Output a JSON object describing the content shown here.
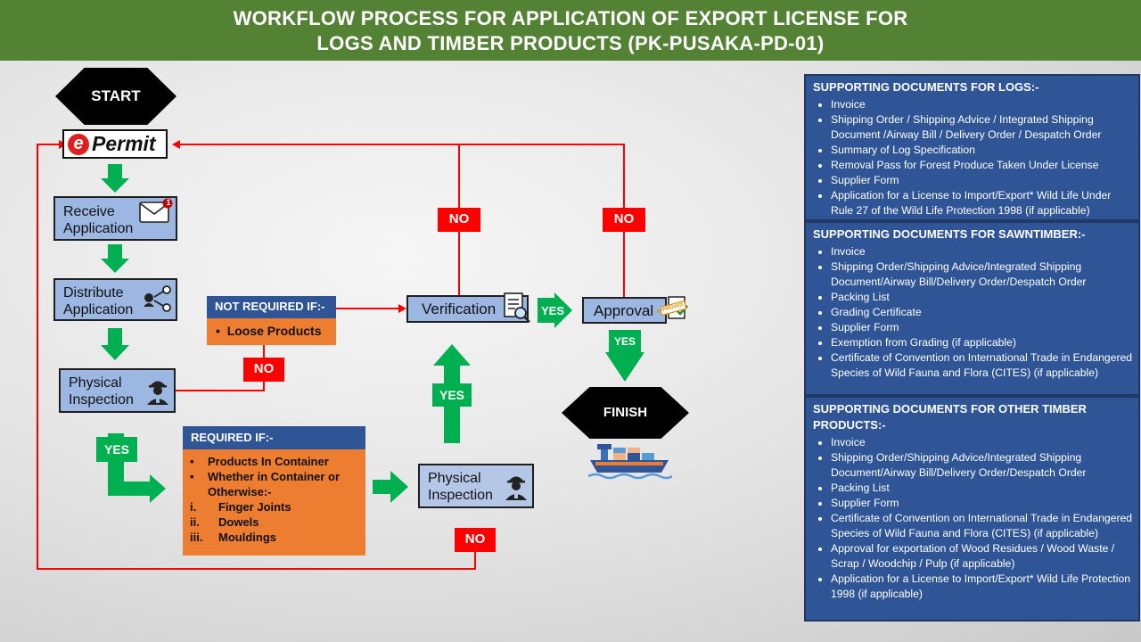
{
  "header": {
    "title_line1": "WORKFLOW PROCESS FOR APPLICATION OF EXPORT LICENSE FOR",
    "title_line2": "LOGS AND TIMBER PRODUCTS (PK-PUSAKA-PD-01)"
  },
  "flow": {
    "start": "START",
    "epermit_e": "e",
    "epermit_text": "Permit",
    "receive_line1": "Receive",
    "receive_line2": "Application",
    "receive_badge": "1",
    "distribute_line1": "Distribute",
    "distribute_line2": "Application",
    "inspection1_line1": "Physical",
    "inspection1_line2": "Inspection",
    "inspection2_line1": "Physical",
    "inspection2_line2": "Inspection",
    "verification": "Verification",
    "approval": "Approval",
    "approved_stamp": "APPROVED",
    "finish": "FINISH",
    "no": "NO",
    "yes": "YES"
  },
  "not_required": {
    "title": "NOT REQUIRED IF:-",
    "item": "Loose Products"
  },
  "required": {
    "title": "REQUIRED IF:-",
    "bullets": [
      "Products In Container",
      "Whether in Container or Otherwise:-"
    ],
    "numbered": [
      {
        "num": "i.",
        "text": "Finger Joints"
      },
      {
        "num": "ii.",
        "text": "Dowels"
      },
      {
        "num": "iii.",
        "text": "Mouldings"
      }
    ]
  },
  "docs": {
    "logs": {
      "title": "SUPPORTING DOCUMENTS FOR LOGS:-",
      "items": [
        "Invoice",
        "Shipping Order / Shipping Advice / Integrated Shipping Document /Airway Bill / Delivery Order / Despatch Order",
        "Summary of Log Specification",
        "Removal Pass for Forest Produce Taken Under License",
        "Supplier Form",
        "Application for a License to Import/Export* Wild Life Under Rule 27 of the Wild Life Protection 1998 (if applicable)"
      ]
    },
    "sawntimber": {
      "title": "SUPPORTING DOCUMENTS FOR SAWNTIMBER:-",
      "items": [
        "Invoice",
        "Shipping Order/Shipping Advice/Integrated Shipping Document/Airway Bill/Delivery Order/Despatch Order",
        "Packing List",
        "Grading Certificate",
        "Supplier Form",
        "Exemption from Grading (if applicable)",
        "Certificate of Convention on International Trade in Endangered Species of Wild Fauna and Flora (CITES) (if applicable)"
      ]
    },
    "other": {
      "title": "SUPPORTING DOCUMENTS FOR OTHER TIMBER PRODUCTS:-",
      "items": [
        "Invoice",
        "Shipping Order/Shipping Advice/Integrated Shipping Document/Airway Bill/Delivery Order/Despatch Order",
        "Packing List",
        "Supplier Form",
        "Certificate of Convention on International Trade in Endangered Species of Wild Fauna and Flora (CITES) (if applicable)",
        "Approval for exportation of Wood Residues / Wood Waste / Scrap / Woodchip / Pulp (if applicable)",
        "Application for a License to Import/Export* Wild Life Protection 1998 (if applicable)"
      ]
    }
  },
  "colors": {
    "header_green": "#548235",
    "arrow_green": "#00b050",
    "line_red": "#ff0000",
    "box_blue": "#9db7e3",
    "panel_blue": "#2f5597",
    "orange": "#ed7d31"
  },
  "icons": [
    "envelope-icon",
    "share-icon",
    "worker-icon",
    "document-search-icon",
    "approved-stamp-icon",
    "cargo-ship-icon"
  ]
}
